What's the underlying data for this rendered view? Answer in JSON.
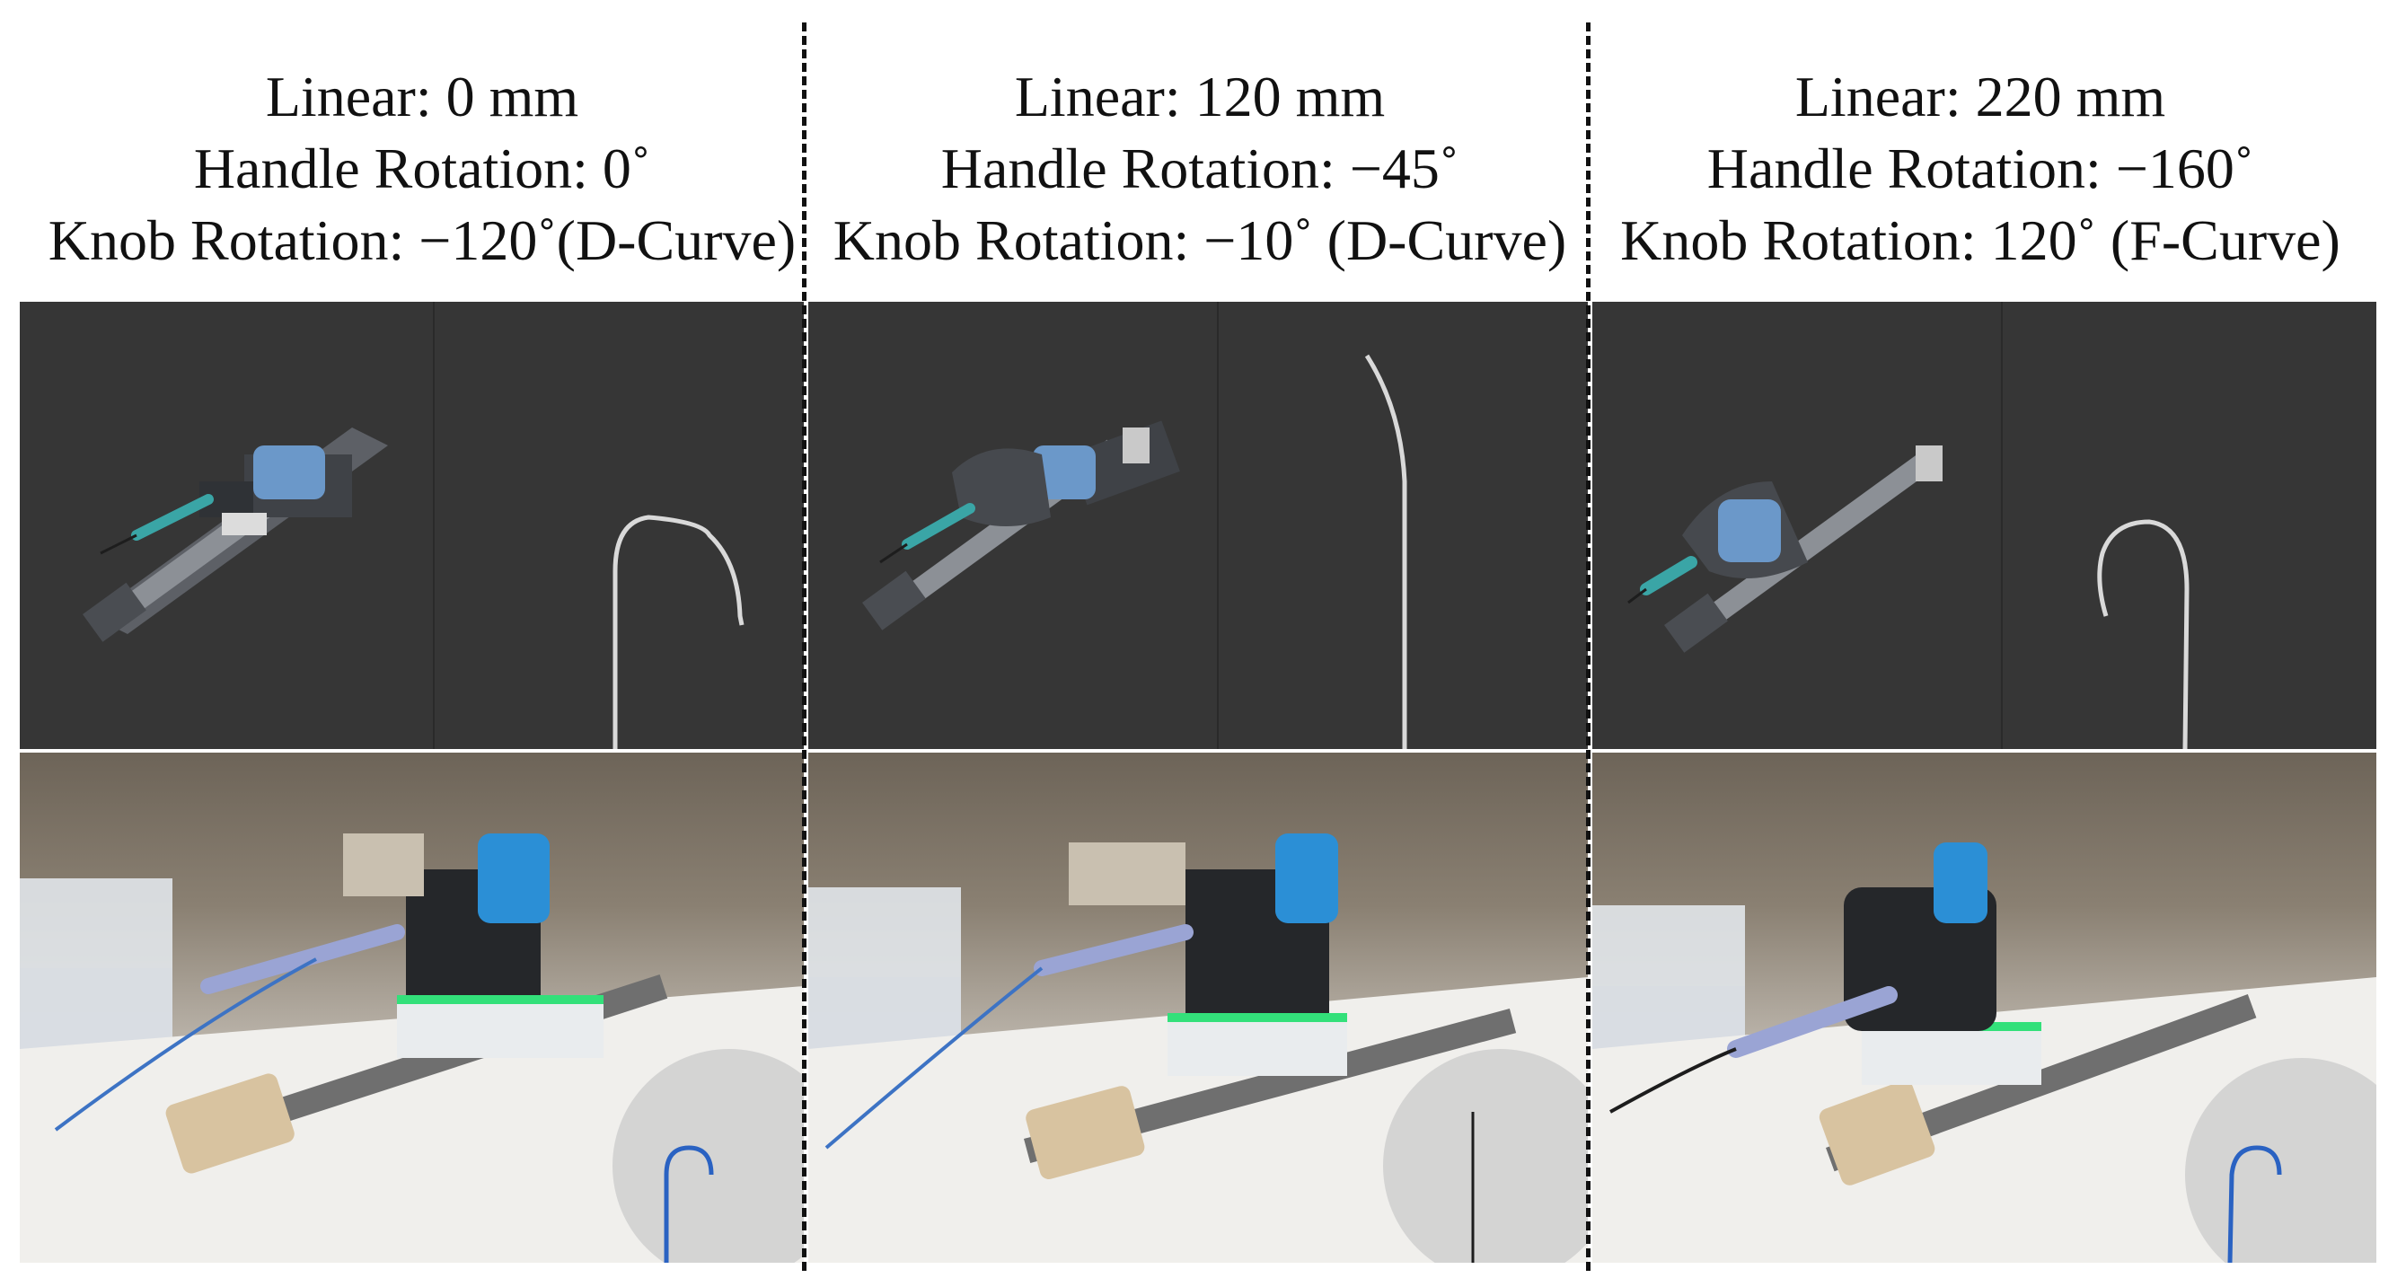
{
  "panels": [
    {
      "linear": "Linear: 0 mm",
      "handle": "Handle Rotation: 0˚",
      "knob": "Knob Rotation: −120˚(D-Curve)"
    },
    {
      "linear": "Linear: 120 mm",
      "handle": "Handle Rotation: −45˚",
      "knob": "Knob Rotation: −10˚ (D-Curve)"
    },
    {
      "linear": "Linear: 220 mm",
      "handle": "Handle Rotation: −160˚",
      "knob": "Knob Rotation: 120˚ (F-Curve)"
    }
  ]
}
